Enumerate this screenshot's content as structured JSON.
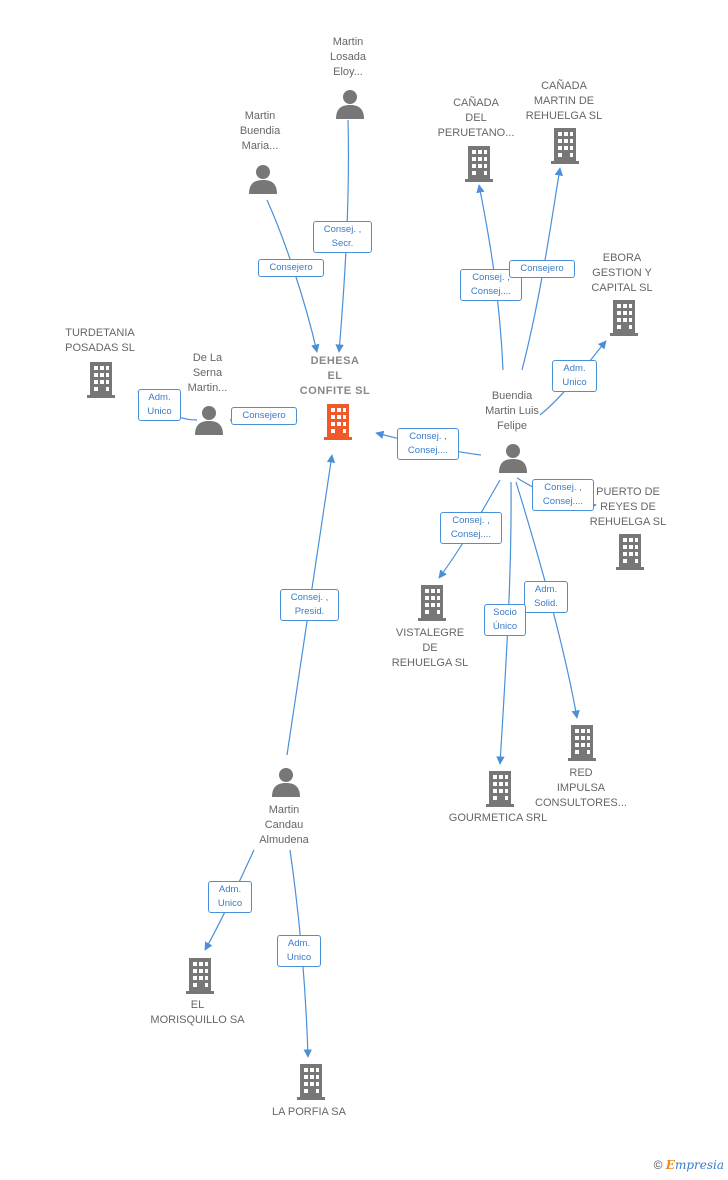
{
  "colors": {
    "edge": "#4a90d9",
    "node": "#777777",
    "focus": "#f05a28"
  },
  "nodes": {
    "dehesa": "DEHESA\nEL\nCONFITE  SL",
    "losada": "Martin\nLosada\nEloy...",
    "buendia_maria": "Martin\nBuendia\nMaria...",
    "turdetania": "TURDETANIA\nPOSADAS SL",
    "delaserna": "De La\nSerna\nMartin...",
    "canada_peru": "CAÑADA\nDEL\nPERUETANO...",
    "canada_martin": "CAÑADA\nMARTIN DE\nREHUELGA  SL",
    "ebora": "EBORA\nGESTION Y\nCAPITAL  SL",
    "buendia_felipe": "Buendia\nMartin Luis\nFelipe",
    "puerto": "PUERTO DE\nREYES DE\nREHUELGA  SL",
    "vistalegre": "VISTALEGRE\nDE\nREHUELGA  SL",
    "red": "RED\nIMPULSA\nCONSULTORES...",
    "gourmetica": "GOURMETICA SRL",
    "candau": "Martin\nCandau\nAlmudena",
    "morisquillo": "EL\nMORISQUILLO SA",
    "porfia": "LA PORFIA SA"
  },
  "edges": {
    "losada": "Consej. ,\nSecr.",
    "buendia_maria": "Consejero",
    "delaserna": "Consejero",
    "turdetania": "Adm.\nUnico",
    "canada_peru": "Consej. ,\nConsej....",
    "canada_martin": "Consejero",
    "ebora": "Adm.\nUnico",
    "dehesa_felipe": "Consej. ,\nConsej....",
    "puerto": "Consej. ,\nConsej....",
    "vistalegre": "Consej. ,\nConsej....",
    "red": "Adm.\nSolid.",
    "gourmetica": "Socio\nÚnico",
    "candau": "Consej. ,\nPresid.",
    "morisquillo": "Adm.\nUnico",
    "porfia": "Adm.\nUnico"
  },
  "footer": {
    "copyright": "©",
    "brand_e": "E",
    "brand": "mpresia"
  }
}
